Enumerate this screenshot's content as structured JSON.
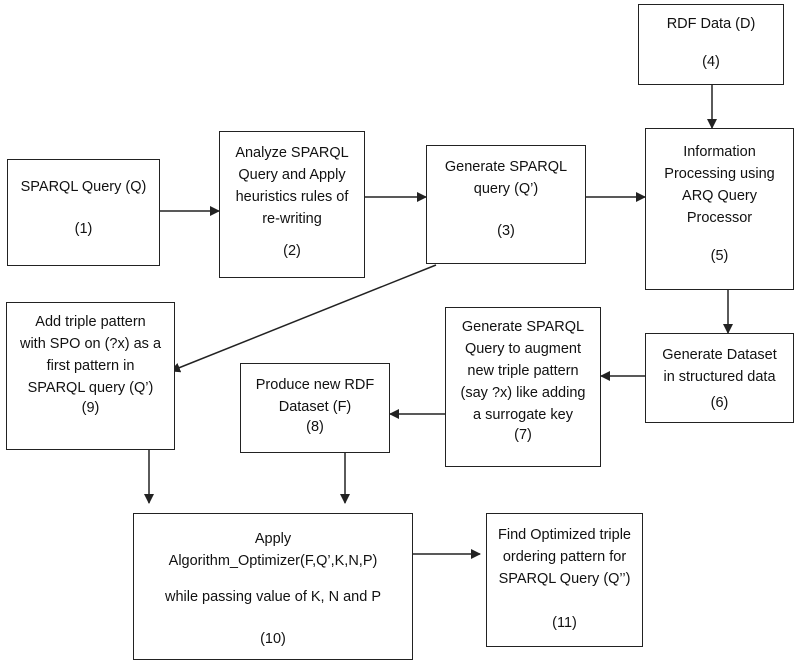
{
  "boxes": {
    "b1": {
      "lines": [
        "SPARQL Query (Q)"
      ],
      "num": "(1)"
    },
    "b2": {
      "lines": [
        "Analyze SPARQL",
        "Query and Apply",
        "heuristics rules of",
        "re-writing"
      ],
      "num": "(2)"
    },
    "b3": {
      "lines": [
        "Generate SPARQL",
        "query (Q’)"
      ],
      "num": "(3)"
    },
    "b4": {
      "lines": [
        "RDF Data (D)"
      ],
      "num": "(4)"
    },
    "b5": {
      "lines": [
        "Information",
        "Processing using",
        "ARQ Query",
        "Processor"
      ],
      "num": "(5)"
    },
    "b6": {
      "lines": [
        "Generate Dataset",
        "in structured data"
      ],
      "num": "(6)"
    },
    "b7": {
      "lines": [
        "Generate SPARQL",
        "Query to augment",
        "new triple pattern",
        "(say ?x) like adding",
        "a surrogate key"
      ],
      "num": "(7)"
    },
    "b8": {
      "lines": [
        "Produce new RDF",
        "Dataset (F)"
      ],
      "num": "(8)"
    },
    "b9": {
      "lines": [
        "Add triple pattern",
        "with SPO on (?x) as a",
        "first pattern in",
        "SPARQL query (Q’)"
      ],
      "num": "(9)"
    },
    "b10": {
      "lines": [
        "Apply",
        "Algorithm_Optimizer(F,Q’,K,N,P)",
        "while passing value of K, N and P"
      ],
      "num": "(10)"
    },
    "b11": {
      "lines": [
        "Find Optimized triple",
        "ordering pattern for",
        "SPARQL Query (Q’’)"
      ],
      "num": "(11)"
    }
  }
}
